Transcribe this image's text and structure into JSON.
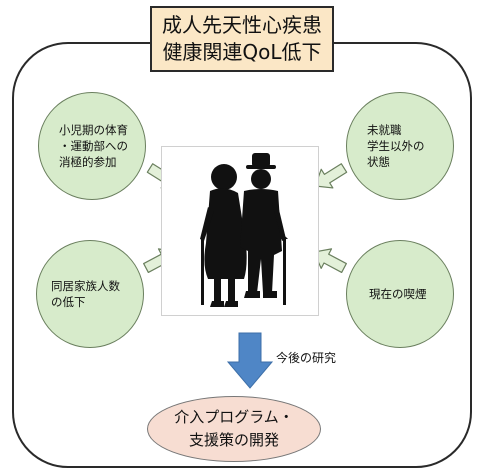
{
  "title": {
    "line1": "成人先天性心疾患",
    "line2": "健康関連QoL低下"
  },
  "factors": {
    "top_left": [
      "小児期の体育",
      "・運動部への",
      "消極的参加"
    ],
    "top_right": [
      "未就職",
      "学生以外の",
      "状態"
    ],
    "bottom_left": [
      "同居家族人数",
      "の低下"
    ],
    "bottom_right": [
      "現在の喫煙"
    ]
  },
  "research_label": "今後の研究",
  "outcome": {
    "line1": "介入プログラム・",
    "line2": "支援策の開発"
  },
  "colors": {
    "title_fill": "#fbe7c6",
    "factor_fill": "#d7ebcb",
    "arrow_fill": "#e3f0d9",
    "down_arrow": "#4f86c6",
    "outcome_fill": "#f7ddd2"
  },
  "icons": {
    "center_image": "elderly-couple-silhouette-icon"
  }
}
